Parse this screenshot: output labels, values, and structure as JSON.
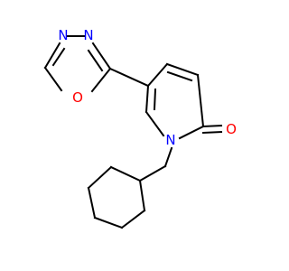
{
  "molecule": {
    "colors": {
      "bond": "#000000",
      "nitrogen": "#0000ff",
      "oxygen": "#ff0000"
    },
    "atoms": {
      "oxadiazole_N3": "N",
      "oxadiazole_N4": "N",
      "oxadiazole_O1": "O",
      "pyridinone_N1": "N",
      "carbonyl_O": "O"
    }
  }
}
